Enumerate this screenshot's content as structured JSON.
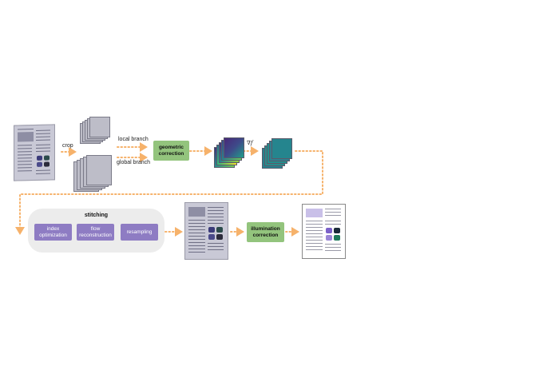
{
  "labels": {
    "crop": "crop",
    "local_branch": "local branch",
    "global_branch": "global branch",
    "gradient": "∇f"
  },
  "boxes": {
    "geometric_correction": "geometric\ncorrection",
    "illumination_correction": "illumination\ncorrection"
  },
  "stitching": {
    "title": "stitching",
    "steps": [
      "index\noptimization",
      "flow\nreconstruction",
      "resampling"
    ]
  },
  "colors": {
    "arrow": "#f6b26b",
    "green_box": "#93c47d",
    "purple_box": "#8e7cc3",
    "panel": "#ececec"
  }
}
